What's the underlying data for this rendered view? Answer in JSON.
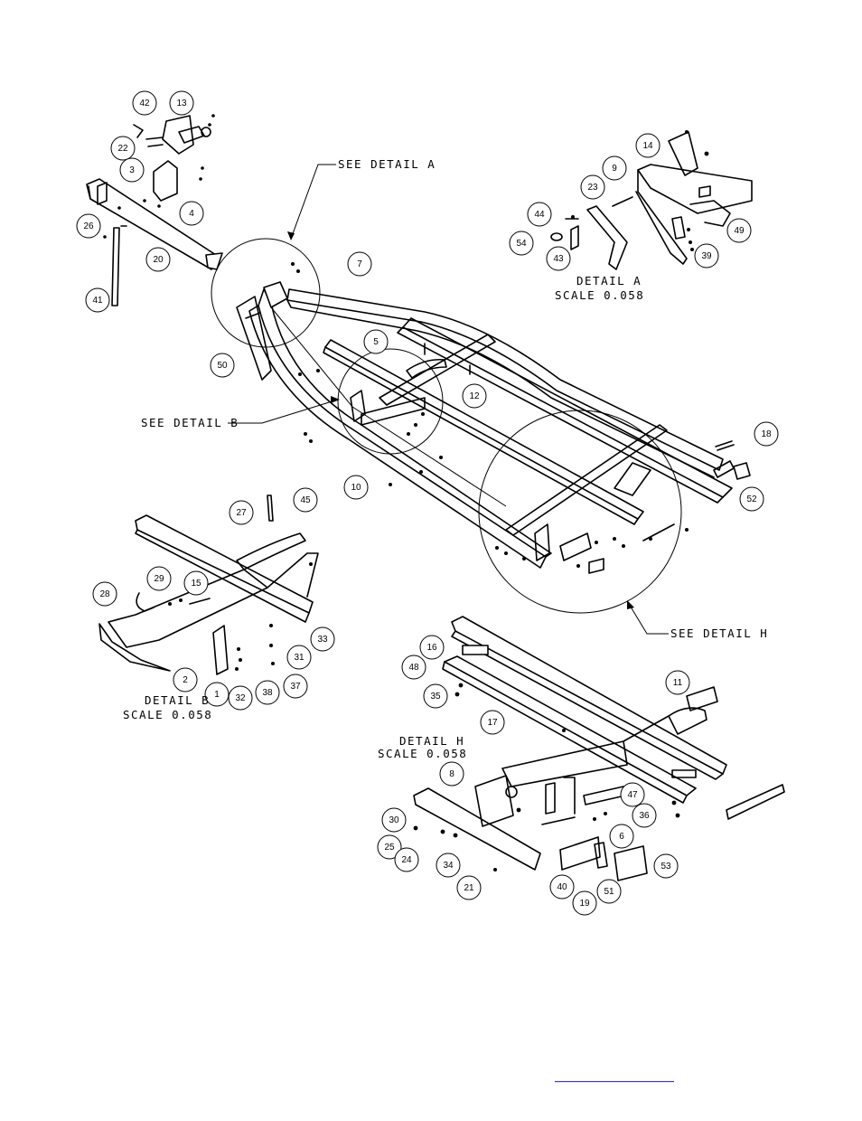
{
  "labels": {
    "see_detail_a": "SEE DETAIL  A",
    "see_detail_b": "SEE DETAIL  B",
    "see_detail_h": "SEE DETAIL  H",
    "detail_a": "DETAIL  A",
    "detail_a_scale": "SCALE  0.058",
    "detail_b": "DETAIL  B",
    "detail_b_scale": "SCALE  0.058",
    "detail_h": "DETAIL  H",
    "detail_h_scale": "SCALE  0.058"
  },
  "balloons": [
    "42",
    "13",
    "22",
    "3",
    "4",
    "26",
    "20",
    "41",
    "7",
    "50",
    "5",
    "12",
    "10",
    "14",
    "9",
    "23",
    "44",
    "54",
    "43",
    "49",
    "39",
    "18",
    "52",
    "27",
    "45",
    "29",
    "15",
    "28",
    "33",
    "31",
    "37",
    "2",
    "1",
    "32",
    "38",
    "16",
    "48",
    "35",
    "11",
    "17",
    "8",
    "47",
    "36",
    "6",
    "30",
    "25",
    "24",
    "34",
    "21",
    "40",
    "19",
    "51",
    "53"
  ],
  "footer_link": ""
}
